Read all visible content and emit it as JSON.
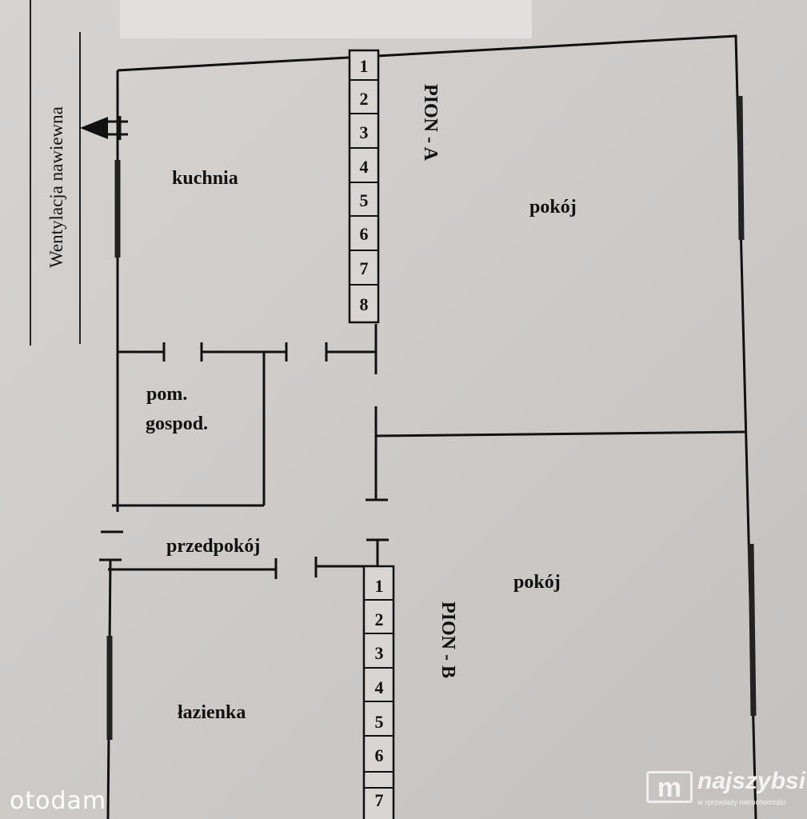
{
  "plan": {
    "annotation": "Wentylacja nawiewna",
    "rooms": {
      "kitchen": "kuchnia",
      "room_top": "pokój",
      "utility_line1": "pom.",
      "utility_line2": "gospod.",
      "hallway": "przedpokój",
      "room_bottom": "pokój",
      "bathroom": "łazienka"
    },
    "shaft_a": {
      "label": "PION - A",
      "cells": [
        "1",
        "2",
        "3",
        "4",
        "5",
        "6",
        "7",
        "8"
      ]
    },
    "shaft_b": {
      "label": "PION - B",
      "cells": [
        "1",
        "2",
        "3",
        "4",
        "5",
        "6",
        "7"
      ]
    }
  },
  "watermarks": {
    "left": "otodam",
    "right_mark": "m",
    "right_title": "najszybsi",
    "right_subtitle": "w sprzedaży nieruchomości"
  }
}
